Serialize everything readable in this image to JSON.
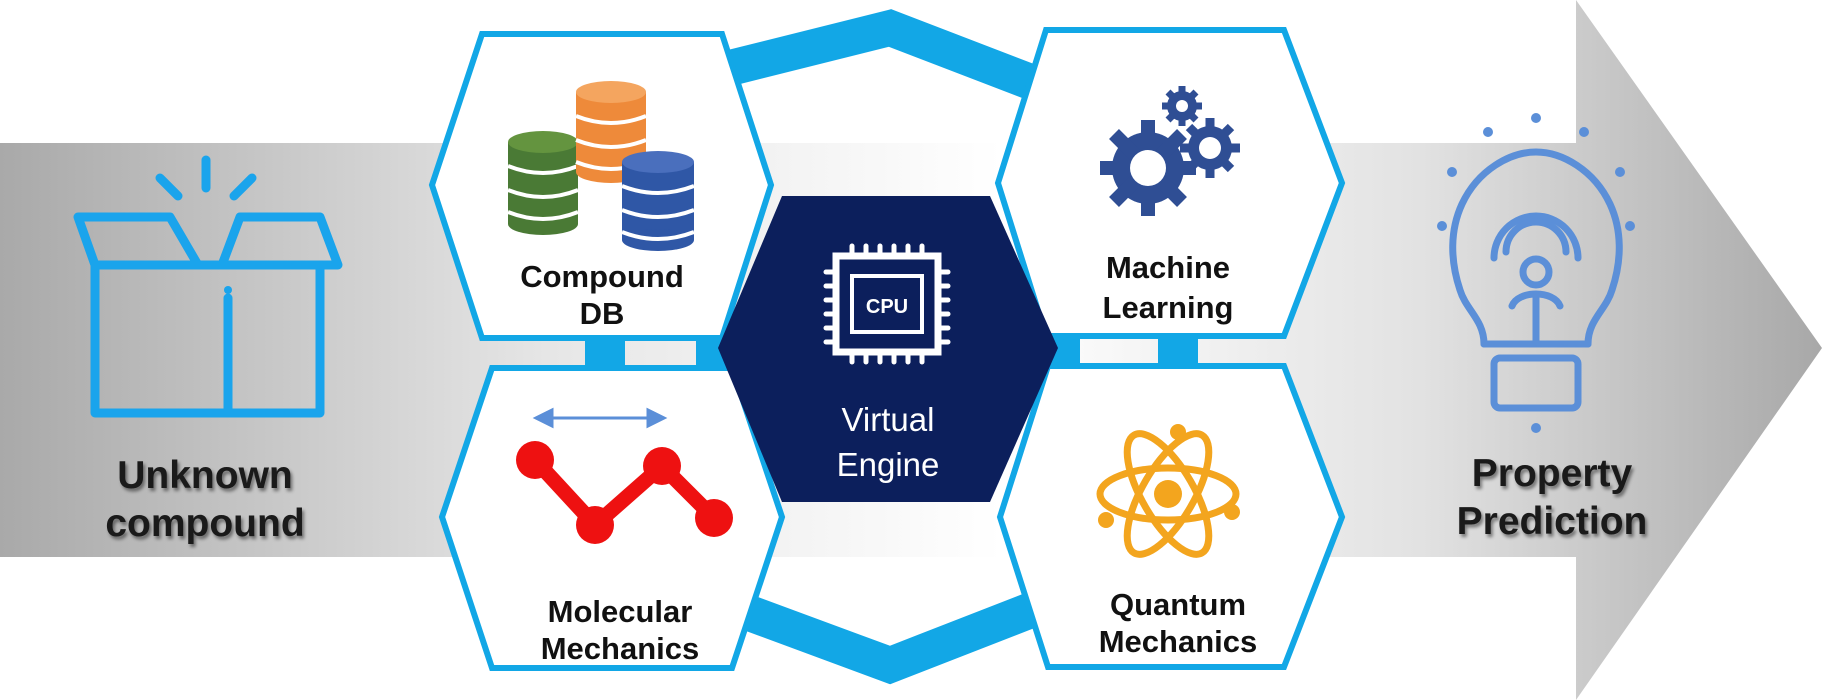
{
  "flow": {
    "input": {
      "line1": "Unknown",
      "line2": "compound",
      "icon": "open-box-icon"
    },
    "output": {
      "line1": "Property",
      "line2": "Prediction",
      "icon": "lightbulb-person-icon"
    }
  },
  "engine": {
    "line1": "Virtual",
    "line2": "Engine",
    "chip_label": "CPU",
    "icon": "cpu-chip-icon"
  },
  "modules": {
    "compound_db": {
      "line1": "Compound",
      "line2": "DB",
      "icon": "database-stack-icon"
    },
    "machine_learning": {
      "line1": "Machine",
      "line2": "Learning",
      "icon": "gears-icon"
    },
    "molecular_mechanics": {
      "line1": "Molecular",
      "line2": "Mechanics",
      "icon": "molecule-chain-icon"
    },
    "quantum_mechanics": {
      "line1": "Quantum",
      "line2": "Mechanics",
      "icon": "atom-icon"
    }
  },
  "colors": {
    "hex_border": "#12a7e6",
    "engine_fill": "#0c1f5c",
    "db_green": "#4a7a35",
    "db_orange": "#ee8a3a",
    "db_blue": "#2f57a6",
    "gear_blue": "#2f4e94",
    "molecule_red": "#ee1111",
    "arrow_blue": "#5b8fd8",
    "atom_orange": "#f3a51e",
    "bulb_blue": "#5b8fd8",
    "box_blue": "#1aa4ec"
  }
}
